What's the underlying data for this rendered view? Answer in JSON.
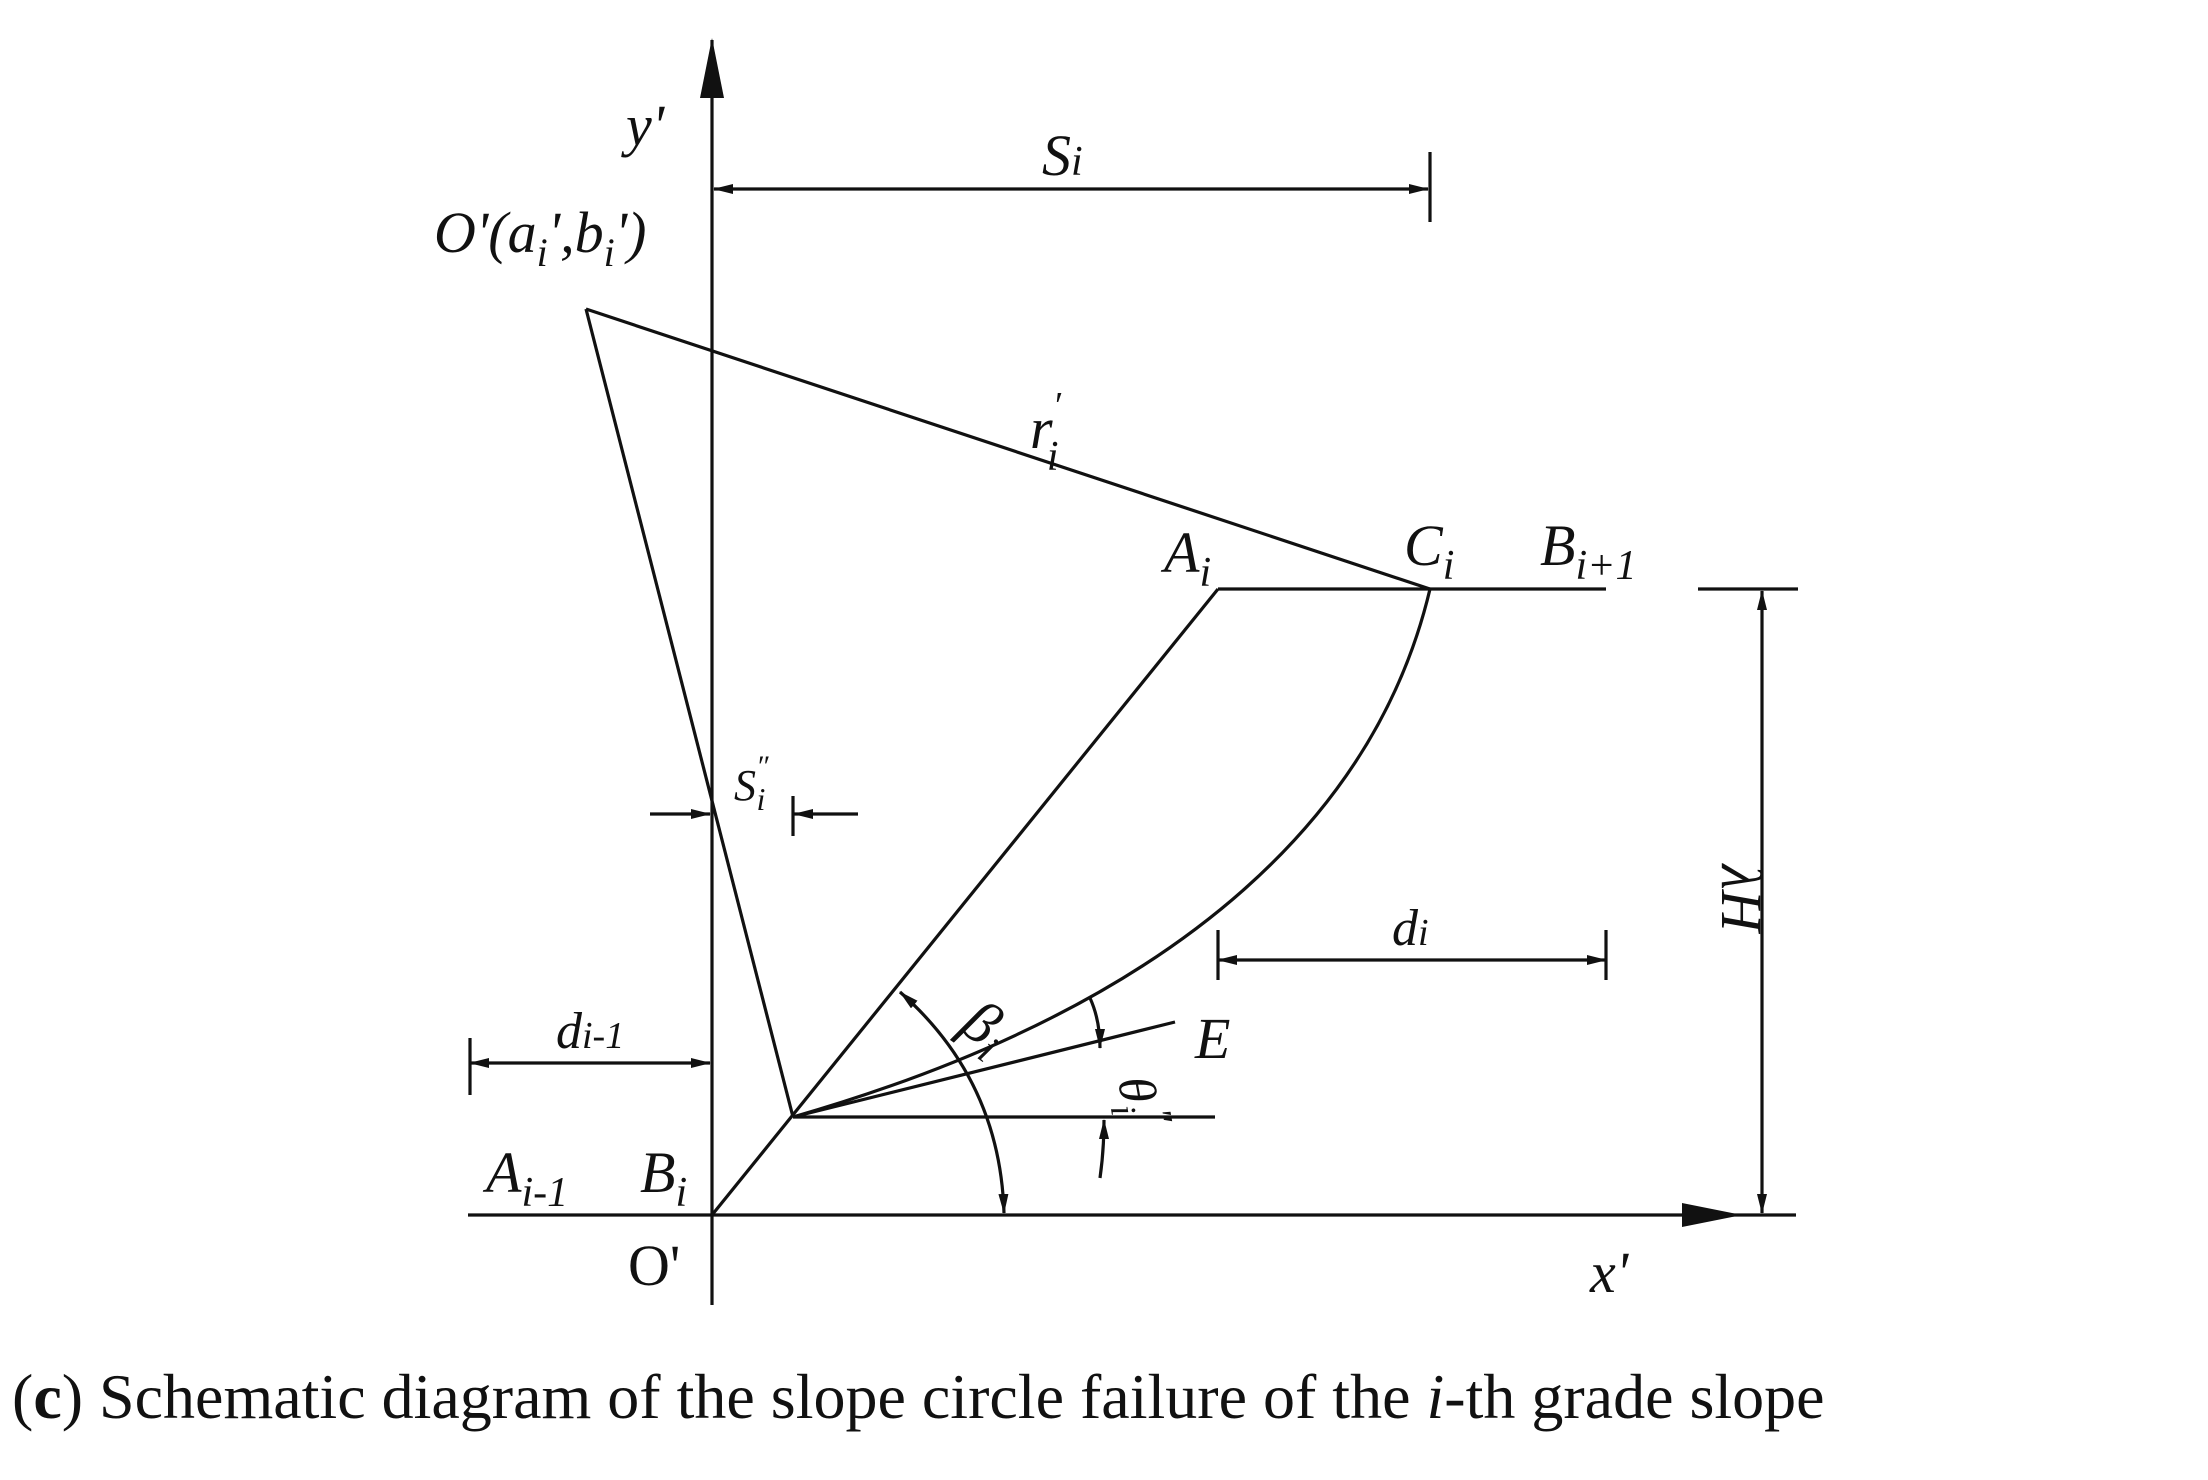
{
  "labels": {
    "y_axis": "y'",
    "x_axis": "x'",
    "origin_bottom": "O'",
    "center_prefix": "O'(a",
    "center_sub_i_1": "i",
    "center_mid": "',b",
    "center_sub_i_2": "i",
    "center_suffix": "')",
    "S_main": "S",
    "S_sub": "i",
    "r_main": "r",
    "r_prime": "′",
    "r_sub": "i",
    "A_i_main": "A",
    "A_i_sub": "i",
    "C_i_main": "C",
    "C_i_sub": "i",
    "B_next_main": "B",
    "B_next_sub": "i+1",
    "S2_main": "S",
    "S2_prime": "″",
    "S2_sub": "i",
    "d_i_main": "d",
    "d_i_sub": "i",
    "d_prev_main": "d",
    "d_prev_sub": "i-1",
    "beta_main": "β",
    "beta_sub": "i",
    "theta_main": "θ",
    "theta_sub": "i",
    "theta_prime": "″",
    "E": "E",
    "A_prev_main": "A",
    "A_prev_sub": "i-1",
    "B_i_main": "B",
    "B_i_sub": "i",
    "height": "λH"
  },
  "caption": {
    "open": "(",
    "letter": "c",
    "close": ")",
    "text_before": " Schematic diagram of the slope circle failure of the ",
    "italic_i": "i",
    "text_after": "-th grade slope"
  }
}
